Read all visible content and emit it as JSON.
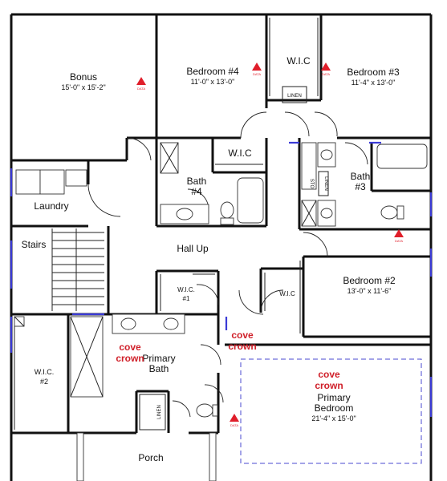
{
  "rooms": {
    "bonus": {
      "name": "Bonus",
      "dims": "15'-0\" x 15'-2\""
    },
    "bedroom4": {
      "name": "Bedroom #4",
      "dims": "11'-0\" x 13'-0\""
    },
    "wic_top": {
      "name": "W.I.C"
    },
    "bedroom3": {
      "name": "Bedroom #3",
      "dims": "11'-4\" x 13'-0\""
    },
    "linen_top": {
      "name": "LINEN"
    },
    "wic_mid": {
      "name": "W.I.C"
    },
    "bath4": {
      "name": "Bath",
      "num": "#4"
    },
    "laundry": {
      "name": "Laundry"
    },
    "stairs": {
      "name": "Stairs"
    },
    "sto": {
      "name": "STO"
    },
    "linen_bath3": {
      "name": "LINEN"
    },
    "bath3": {
      "name": "Bath",
      "num": "#3"
    },
    "hall": {
      "name": "Hall Up"
    },
    "wic1": {
      "name": "W.I.C.",
      "num": "#1"
    },
    "wic_bed2": {
      "name": "W.I.C"
    },
    "bedroom2": {
      "name": "Bedroom #2",
      "dims": "13'-0\" x 11'-6\""
    },
    "wic2": {
      "name": "W.I.C.",
      "num": "#2"
    },
    "primary_bath": {
      "name": "Primary",
      "name2": "Bath"
    },
    "linen_pb": {
      "name": "LINEN"
    },
    "primary_bedroom": {
      "name": "Primary",
      "name2": "Bedroom",
      "dims": "21'-4\" x 15'-0\""
    },
    "porch": {
      "name": "Porch"
    }
  },
  "annotations": {
    "cove1": {
      "line1": "cove",
      "line2": "crown"
    },
    "cove2": {
      "line1": "cove",
      "line2": "crown"
    },
    "cove3": {
      "line1": "cove",
      "line2": "crown"
    },
    "data_tag": "DATA"
  },
  "colors": {
    "annotation": "#d0202a",
    "window": "#3b3bd6",
    "data_marker": "#e01e2a"
  }
}
